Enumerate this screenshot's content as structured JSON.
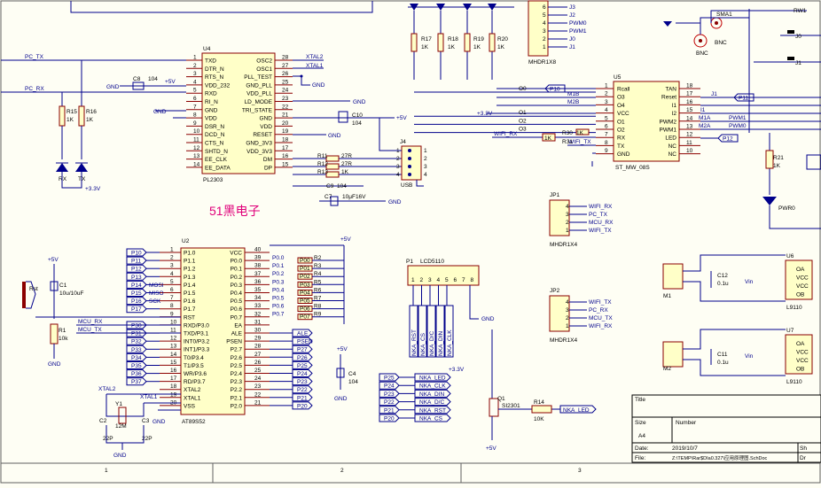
{
  "brand": {
    "label": "51黑电子",
    "color": "#e0007a"
  },
  "colors": {
    "wire": "#00008b",
    "part_body": "#ffffc8",
    "part_edge": "#8b0000",
    "sheet_bg": "#fefef4"
  },
  "u4": {
    "ref": "U4",
    "part": "PL2303",
    "left": [
      [
        "1",
        "TXD"
      ],
      [
        "2",
        "DTR_N"
      ],
      [
        "3",
        "RTS_N"
      ],
      [
        "4",
        "VDD_232"
      ],
      [
        "5",
        "RXD"
      ],
      [
        "6",
        "RI_N"
      ],
      [
        "7",
        "GND"
      ],
      [
        "8",
        "VDD"
      ],
      [
        "9",
        "DSR_N"
      ],
      [
        "10",
        "DCD_N"
      ],
      [
        "11",
        "CTS_N"
      ],
      [
        "12",
        "SHTD_N"
      ],
      [
        "13",
        "EE_CLK"
      ],
      [
        "14",
        "EE_DATA"
      ]
    ],
    "right": [
      [
        "28",
        "OSC2"
      ],
      [
        "27",
        "OSC1"
      ],
      [
        "26",
        "PLL_TEST"
      ],
      [
        "25",
        "GND_PLL"
      ],
      [
        "24",
        "VDD_PLL"
      ],
      [
        "23",
        "LD_MODE"
      ],
      [
        "22",
        "TRI_STATE"
      ],
      [
        "21",
        "GND"
      ],
      [
        "20",
        "VDD"
      ],
      [
        "19",
        "RESET"
      ],
      [
        "18",
        "GND_3V3"
      ],
      [
        "17",
        "VDD_3V3"
      ],
      [
        "16",
        "DM"
      ],
      [
        "15",
        "DP"
      ]
    ]
  },
  "u2": {
    "ref": "U2",
    "part": "AT89S52",
    "left": [
      [
        "1",
        "P1.0"
      ],
      [
        "2",
        "P1.1"
      ],
      [
        "3",
        "P1.2"
      ],
      [
        "4",
        "P1.3"
      ],
      [
        "5",
        "P1.4"
      ],
      [
        "6",
        "P1.5"
      ],
      [
        "7",
        "P1.6"
      ],
      [
        "8",
        "P1.7"
      ],
      [
        "9",
        "RST"
      ],
      [
        "10",
        "RXD/P3.0"
      ],
      [
        "11",
        "TXD/P3.1"
      ],
      [
        "12",
        "INT0/P3.2"
      ],
      [
        "13",
        "INT1/P3.3"
      ],
      [
        "14",
        "T0/P3.4"
      ],
      [
        "15",
        "T1/P3.5"
      ],
      [
        "16",
        "WR/P3.6"
      ],
      [
        "17",
        "RD/P3.7"
      ],
      [
        "18",
        "XTAL2"
      ],
      [
        "19",
        "XTAL1"
      ],
      [
        "20",
        "VSS"
      ]
    ],
    "right": [
      [
        "40",
        "VCC"
      ],
      [
        "39",
        "P0.0"
      ],
      [
        "38",
        "P0.1"
      ],
      [
        "37",
        "P0.2"
      ],
      [
        "36",
        "P0.3"
      ],
      [
        "35",
        "P0.4"
      ],
      [
        "34",
        "P0.5"
      ],
      [
        "33",
        "P0.6"
      ],
      [
        "32",
        "P0.7"
      ],
      [
        "31",
        "EA"
      ],
      [
        "30",
        "ALE"
      ],
      [
        "29",
        "PSEN"
      ],
      [
        "28",
        "P2.7"
      ],
      [
        "27",
        "P2.6"
      ],
      [
        "26",
        "P2.5"
      ],
      [
        "25",
        "P2.4"
      ],
      [
        "24",
        "P2.3"
      ],
      [
        "23",
        "P2.2"
      ],
      [
        "22",
        "P2.1"
      ],
      [
        "21",
        "P2.0"
      ]
    ],
    "left_ports": [
      "P10",
      "P11",
      "P12",
      "P13",
      "P14",
      "P15",
      "P16",
      "P17"
    ],
    "left_alt": [
      "",
      "",
      "",
      "",
      "MOSI",
      "MISO",
      "SCK",
      ""
    ],
    "left_ports2": [
      "P30",
      "P31",
      "P32",
      "P33",
      "P34",
      "P35",
      "P36",
      "P37"
    ],
    "mcu_nets": [
      "MCU_RX",
      "MCU_TX"
    ],
    "right_nets": [
      "P0.0",
      "P0.1",
      "P0.2",
      "P0.3",
      "P0.4",
      "P0.5",
      "P0.6",
      "P0.7"
    ],
    "right_ports": [
      "P00",
      "P01",
      "P02",
      "P03",
      "P04",
      "P05",
      "P06",
      "P07"
    ],
    "r_names": [
      "R2",
      "R3",
      "R4",
      "R5",
      "R6",
      "R7",
      "R8",
      "R9"
    ],
    "p2_nets": [
      "ALE",
      "PSEN",
      "P27",
      "P26",
      "P25",
      "P24",
      "P23",
      "P22",
      "P21",
      "P20"
    ]
  },
  "u5": {
    "ref": "U5",
    "part": "ST_MW_08S",
    "left": [
      [
        "1",
        "Rcall"
      ],
      [
        "2",
        "O3"
      ],
      [
        "3",
        "O4"
      ],
      [
        "4",
        "VCC"
      ],
      [
        "5",
        "O1"
      ],
      [
        "6",
        "O2"
      ],
      [
        "7",
        "RX"
      ],
      [
        "8",
        "TX"
      ],
      [
        "9",
        "GND"
      ]
    ],
    "right": [
      [
        "18",
        "TAN"
      ],
      [
        "17",
        "Reset"
      ],
      [
        "16",
        "I1"
      ],
      [
        "15",
        "I2"
      ],
      [
        "14",
        "PWM2"
      ],
      [
        "13",
        "PWM1"
      ],
      [
        "12",
        "LED"
      ],
      [
        "11",
        "NC"
      ],
      [
        "10",
        "NC"
      ]
    ],
    "left_nets": [
      "P10",
      "M1B",
      "M2B",
      "+3.3V",
      "O1",
      "O2",
      "O3",
      "WIFI_RX",
      "WIFI_TX"
    ],
    "wire_labels": [
      "O0",
      "O1",
      "O2",
      "O3"
    ],
    "right_nets": [
      "J1",
      "P11",
      "I1",
      "M1A",
      "M2A",
      "PWM1",
      "PWM0",
      "P12"
    ],
    "r_refs": [
      "R30",
      "R31"
    ],
    "r_vals": [
      "1K",
      "1K"
    ]
  },
  "jp1": {
    "ref": "JP1",
    "part": "MHDR1X4",
    "pins": [
      "4",
      "3",
      "2",
      "1"
    ],
    "nets": [
      "WIFI_RX",
      "PC_TX",
      "MCU_RX",
      "WIFI_TX"
    ]
  },
  "jp2": {
    "ref": "JP2",
    "part": "MHDR1X4",
    "pins": [
      "4",
      "3",
      "2",
      "1"
    ],
    "nets": [
      "WIFI_TX",
      "PC_RX",
      "MCU_TX",
      "WIFI_RX"
    ]
  },
  "top_header": {
    "part": "MHDR1X8",
    "pins": [
      "6",
      "5",
      "4",
      "3",
      "2",
      "1"
    ],
    "nets": [
      "J3",
      "J2",
      "PWM0",
      "PWM1",
      "J0",
      "J1"
    ]
  },
  "lcd": {
    "ref": "P1",
    "part": "LCD5110",
    "pins": [
      "1",
      "2",
      "3",
      "4",
      "5",
      "6",
      "7",
      "8"
    ],
    "nets": [
      "NKA_RST",
      "NKA_CS",
      "NKA_D/C",
      "NKA_DIN",
      "NKA_CLK"
    ],
    "ports": [
      "P25",
      "P24",
      "P23",
      "P22",
      "P21",
      "P20"
    ],
    "port_nets": [
      "NKA_LED",
      "NKA_CLK",
      "NKA_DIN",
      "NKA_D/C",
      "NKA_RST",
      "NKA_CS"
    ]
  },
  "q1": {
    "ref": "Q1",
    "part": "SI2301",
    "r_ref": "R14",
    "r_val": "10K",
    "net": "NKA_LED"
  },
  "usb": {
    "ref": "J4",
    "part": "USB",
    "pins": [
      "1",
      "2",
      "3",
      "4"
    ],
    "resistors": [
      [
        "R11",
        "27R"
      ],
      [
        "R12",
        "27R"
      ],
      [
        "R13",
        "1K"
      ]
    ],
    "c9": [
      "C9",
      "104"
    ],
    "c7": [
      "C7",
      "10μF16V"
    ]
  },
  "passives": {
    "c8": [
      "C8",
      "104"
    ],
    "c10": [
      "C10",
      "104"
    ],
    "c4": [
      "C4",
      "104"
    ],
    "c1": [
      "C1",
      "10u/10uF"
    ],
    "c2": [
      "C2",
      "22P"
    ],
    "c3": [
      "C3",
      "22P"
    ],
    "y1": [
      "Y1",
      "12M"
    ],
    "r15": [
      "R15",
      "1K"
    ],
    "r16": [
      "R16",
      "1K"
    ],
    "r1": [
      "R1",
      "10k"
    ],
    "r17": [
      "R17",
      "1K"
    ],
    "r18": [
      "R18",
      "1K"
    ],
    "r19": [
      "R19",
      "1K"
    ],
    "r20": [
      "R20",
      "1K"
    ],
    "r21": [
      "R21",
      "1K"
    ],
    "rst": "Rst",
    "c12": [
      "C12",
      "0.1u"
    ],
    "c11": [
      "C11",
      "0.1u"
    ],
    "m1": "M1",
    "m2": "M2",
    "u6": [
      "U6",
      "L9110"
    ],
    "u7": [
      "U7",
      "L9110"
    ],
    "l9110_pins": [
      "OA",
      "VCC",
      "VCC",
      "OB"
    ],
    "vin": "Vin",
    "leds": [
      "RX",
      "TX"
    ],
    "bnc": "BNC",
    "sma": "SMA1",
    "rw": "RW1",
    "j0": "J0",
    "j1": "J1",
    "pwr": "PWR0"
  },
  "nets": {
    "gnd": "GND",
    "vcc5": "+5V",
    "v33": "+3.3V",
    "pc_tx": "PC_TX",
    "pc_rx": "PC_RX",
    "xtal1": "XTAL1",
    "xtal2": "XTAL2",
    "ea_vcc": "+5V",
    "pinv": "+5V",
    "d_minus": "DM",
    "d_plus": "DP"
  },
  "title_block": {
    "title_label": "Title",
    "size_label": "Size",
    "size": "A4",
    "number_label": "Number",
    "date_label": "Date:",
    "date": "2019/10/7",
    "file_label": "File:",
    "file": "Z:\\TEMP\\Rar$DIa0.327\\应用原理图.SchDoc",
    "sheet_label": "Sh",
    "drawn_label": "Dr"
  },
  "border_zones": [
    "1",
    "2",
    "3"
  ]
}
